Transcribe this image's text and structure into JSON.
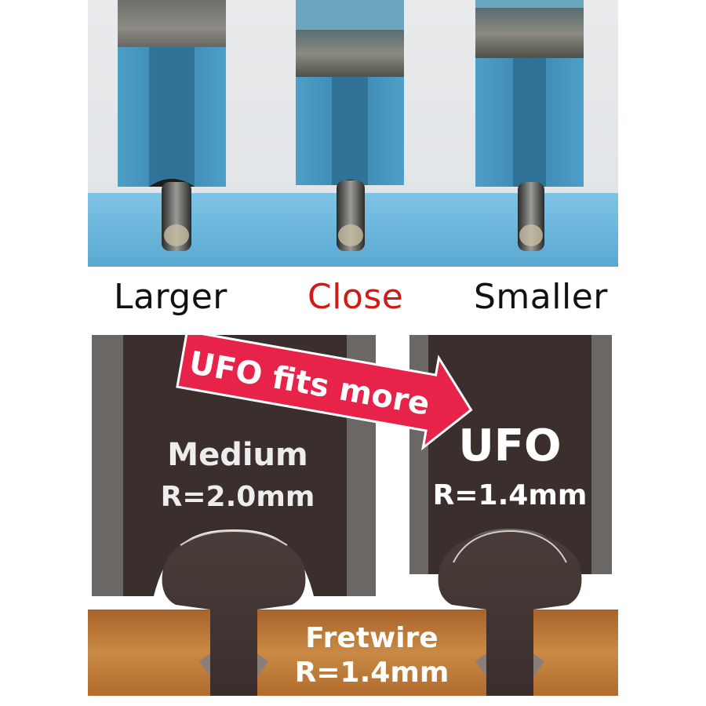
{
  "photo_labels": {
    "larger": "Larger",
    "close": "Close",
    "smaller": "Smaller"
  },
  "diagram": {
    "arrow_text": "UFO fits more",
    "left_file": {
      "name": "Medium",
      "radius": "R=2.0mm"
    },
    "right_file": {
      "name": "UFO",
      "radius": "R=1.4mm"
    },
    "fretwire": {
      "name": "Fretwire",
      "radius": "R=1.4mm"
    }
  },
  "colors": {
    "close_label": "#d11a14",
    "arrow": "#e8234a",
    "file_body": "#3b2f2d",
    "file_edge": "#6b6765",
    "fretboard": "#b8742e",
    "photo_blue": "#5fb0d8"
  },
  "icons": [
    "fret-file-photo",
    "fret-crown-diagram",
    "arrow-right-icon"
  ]
}
